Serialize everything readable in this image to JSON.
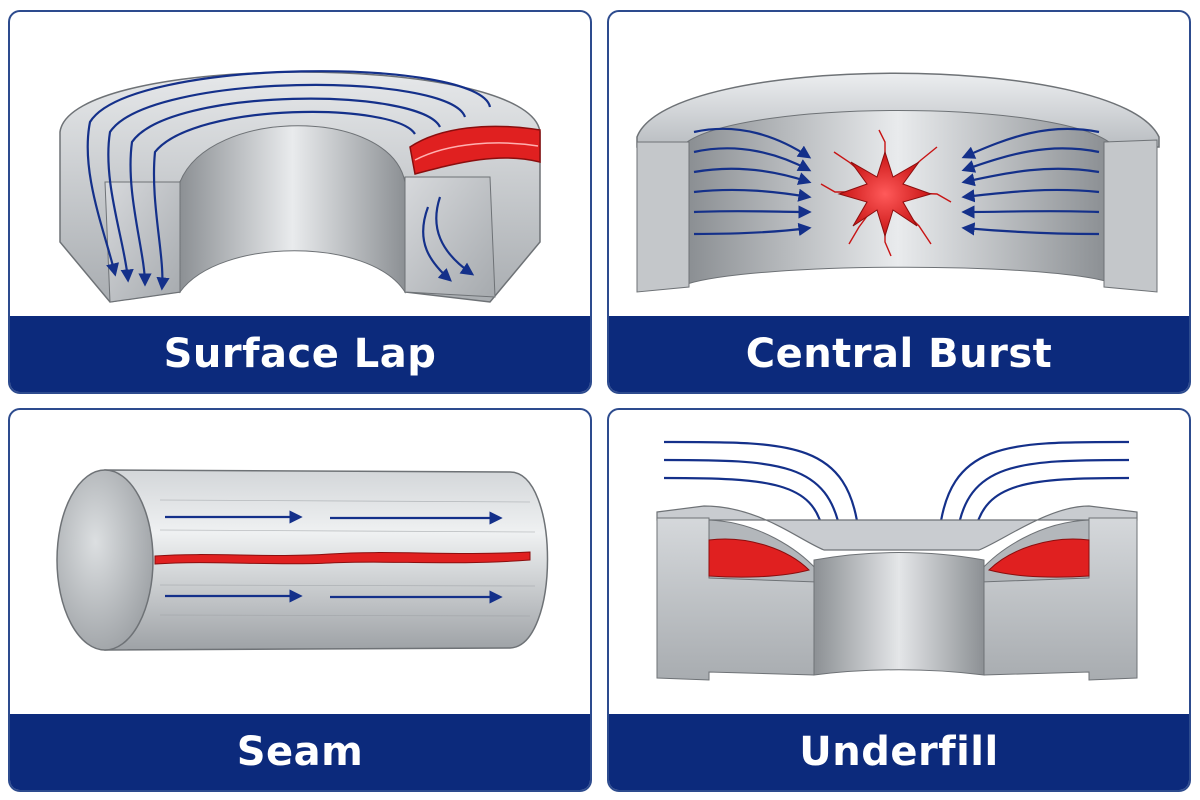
{
  "colors": {
    "border": "#2d4b8e",
    "caption_bg": "#0c2a7c",
    "arrow": "#14308a",
    "defect": "#e02020",
    "metal": "#b7babd"
  },
  "panels": [
    {
      "title": "Surface Lap"
    },
    {
      "title": "Central Burst"
    },
    {
      "title": "Seam"
    },
    {
      "title": "Underfill"
    }
  ]
}
